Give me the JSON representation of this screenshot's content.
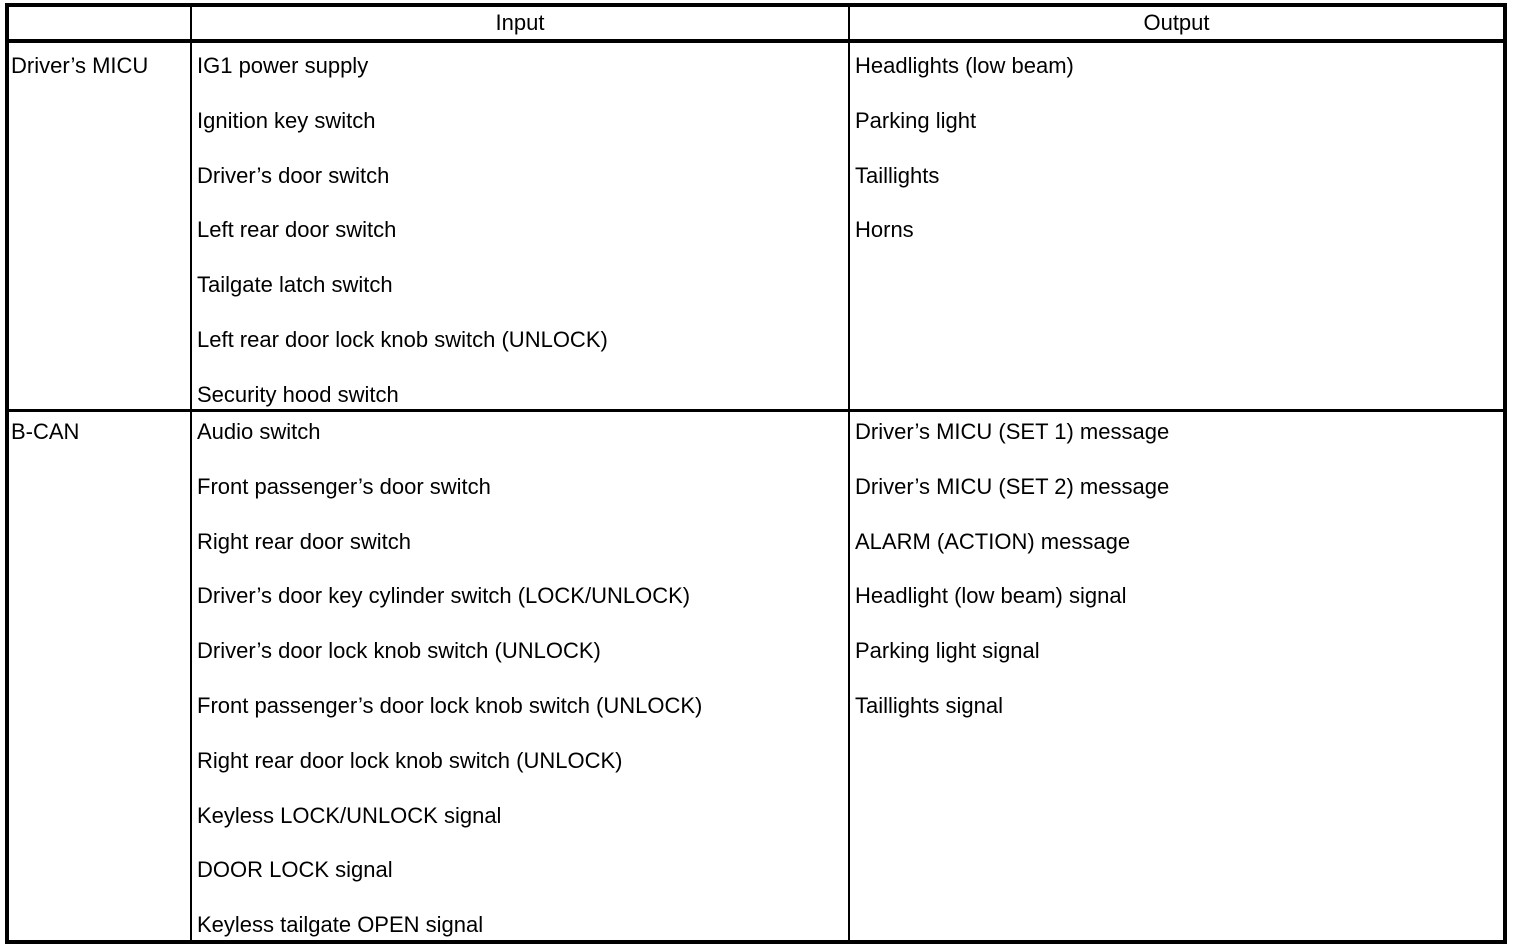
{
  "table": {
    "columns": [
      "",
      "Input",
      "Output"
    ],
    "rows": [
      {
        "source": "Driver’s MICU",
        "inputs": [
          "IG1 power supply",
          "Ignition key switch",
          "Driver’s door switch",
          "Left rear door switch",
          "Tailgate latch switch",
          "Left rear door lock knob switch (UNLOCK)",
          "Security hood switch"
        ],
        "outputs": [
          "Headlights (low beam)",
          "Parking light",
          "Taillights",
          "Horns"
        ]
      },
      {
        "source": "B-CAN",
        "inputs": [
          "Audio switch",
          "Front passenger’s door switch",
          "Right rear door switch",
          "Driver’s door key cylinder switch (LOCK/UNLOCK)",
          "Driver’s door lock knob switch (UNLOCK)",
          "Front passenger’s door lock knob switch (UNLOCK)",
          "Right rear door lock knob switch (UNLOCK)",
          "Keyless LOCK/UNLOCK signal",
          "DOOR LOCK signal",
          "Keyless tailgate OPEN signal"
        ],
        "outputs": [
          "Driver’s MICU (SET 1) message",
          "Driver’s MICU (SET 2) message",
          "ALARM (ACTION) message",
          "Headlight (low beam) signal",
          "Parking light signal",
          "Taillights signal"
        ]
      }
    ]
  },
  "colors": {
    "ink": "#000000",
    "paper": "#ffffff"
  }
}
